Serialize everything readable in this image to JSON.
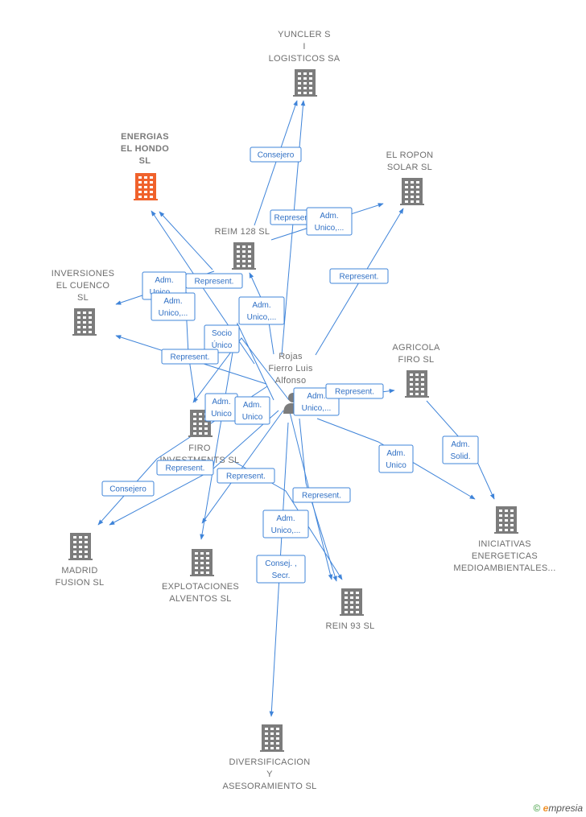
{
  "nodes": [
    {
      "id": "yuncler",
      "type": "company",
      "label": [
        "YUNCLER S",
        "I",
        "LOGISTICOS SA"
      ]
    },
    {
      "id": "energias",
      "type": "company",
      "focus": true,
      "label": [
        "ENERGIAS",
        "EL HONDO",
        "SL"
      ]
    },
    {
      "id": "elropon",
      "type": "company",
      "label": [
        "EL ROPON",
        "SOLAR  SL"
      ]
    },
    {
      "id": "reim128",
      "type": "company",
      "label": [
        "REIM 128  SL"
      ]
    },
    {
      "id": "inversiones",
      "type": "company",
      "label": [
        "INVERSIONES",
        "EL CUENCO",
        "SL"
      ]
    },
    {
      "id": "rojas",
      "type": "person",
      "label": [
        "Rojas",
        "Fierro Luis",
        "Alfonso"
      ]
    },
    {
      "id": "agricola",
      "type": "company",
      "label": [
        "AGRICOLA",
        "FIRO SL"
      ]
    },
    {
      "id": "firo",
      "type": "company",
      "label": [
        "FIRO",
        "INVESTMENTS SL"
      ]
    },
    {
      "id": "iniciativas",
      "type": "company",
      "label": [
        "INICIATIVAS",
        "ENERGETICAS",
        "MEDIOAMBIENTALES..."
      ]
    },
    {
      "id": "madrid",
      "type": "company",
      "label": [
        "MADRID",
        "FUSION SL"
      ]
    },
    {
      "id": "explotaciones",
      "type": "company",
      "label": [
        "EXPLOTACIONES",
        "ALVENTOS SL"
      ]
    },
    {
      "id": "rein93",
      "type": "company",
      "label": [
        "REIN 93  SL"
      ]
    },
    {
      "id": "diversificacion",
      "type": "company",
      "label": [
        "DIVERSIFICACION",
        "Y",
        "ASESORAMIENTO SL"
      ]
    }
  ],
  "edge_labels": [
    {
      "id": "e1",
      "lines": [
        "Consejero"
      ]
    },
    {
      "id": "e2",
      "lines": [
        "Represent."
      ]
    },
    {
      "id": "e3",
      "lines": [
        "Adm.",
        "Unico,..."
      ]
    },
    {
      "id": "e4",
      "lines": [
        "Represent."
      ]
    },
    {
      "id": "e5",
      "lines": [
        "Adm.",
        "Unico,..."
      ]
    },
    {
      "id": "e6",
      "lines": [
        "Represent."
      ]
    },
    {
      "id": "e7",
      "lines": [
        "Adm.",
        "Unico,..."
      ]
    },
    {
      "id": "e8",
      "lines": [
        "Adm.",
        "Unico,..."
      ]
    },
    {
      "id": "e9",
      "lines": [
        "Socio",
        "Único"
      ]
    },
    {
      "id": "e10",
      "lines": [
        "Represent."
      ]
    },
    {
      "id": "e11",
      "lines": [
        "Adm.",
        "Unico"
      ]
    },
    {
      "id": "e12",
      "lines": [
        "Adm.",
        "Unico"
      ]
    },
    {
      "id": "e13",
      "lines": [
        "Adm.",
        "Unico,..."
      ]
    },
    {
      "id": "e14",
      "lines": [
        "Represent."
      ]
    },
    {
      "id": "e15",
      "lines": [
        "Adm.",
        "Solid."
      ]
    },
    {
      "id": "e16",
      "lines": [
        "Adm.",
        "Unico"
      ]
    },
    {
      "id": "e17",
      "lines": [
        "Represent."
      ]
    },
    {
      "id": "e18",
      "lines": [
        "Consejero"
      ]
    },
    {
      "id": "e19",
      "lines": [
        "Represent."
      ]
    },
    {
      "id": "e20",
      "lines": [
        "Represent."
      ]
    },
    {
      "id": "e21",
      "lines": [
        "Adm.",
        "Unico,..."
      ]
    },
    {
      "id": "e22",
      "lines": [
        "Consej. ,",
        "Secr."
      ]
    }
  ],
  "footer": {
    "copyright": "©",
    "brand_first": "e",
    "brand_rest": "mpresia"
  },
  "colors": {
    "edge": "#3f84d9",
    "building": "#7c7c7c",
    "focus_building": "#f0622c",
    "label": "#6e6e6e"
  }
}
